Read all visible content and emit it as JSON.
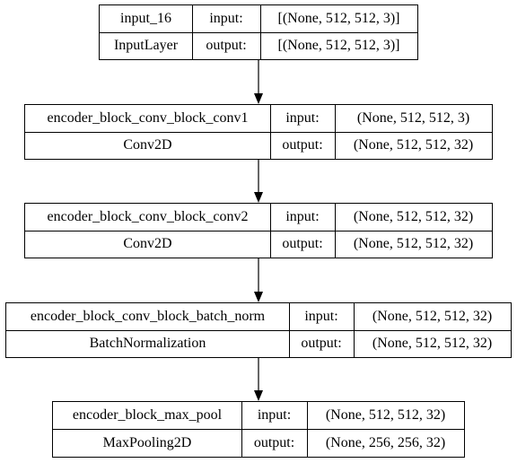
{
  "nodes": [
    {
      "name": "input_16",
      "type": "InputLayer",
      "input_label": "input:",
      "output_label": "output:",
      "input_shape": "[(None, 512, 512, 3)]",
      "output_shape": "[(None, 512, 512, 3)]"
    },
    {
      "name": "encoder_block_conv_block_conv1",
      "type": "Conv2D",
      "input_label": "input:",
      "output_label": "output:",
      "input_shape": "(None, 512, 512, 3)",
      "output_shape": "(None, 512, 512, 32)"
    },
    {
      "name": "encoder_block_conv_block_conv2",
      "type": "Conv2D",
      "input_label": "input:",
      "output_label": "output:",
      "input_shape": "(None, 512, 512, 32)",
      "output_shape": "(None, 512, 512, 32)"
    },
    {
      "name": "encoder_block_conv_block_batch_norm",
      "type": "BatchNormalization",
      "input_label": "input:",
      "output_label": "output:",
      "input_shape": "(None, 512, 512, 32)",
      "output_shape": "(None, 512, 512, 32)"
    },
    {
      "name": "encoder_block_max_pool",
      "type": "MaxPooling2D",
      "input_label": "input:",
      "output_label": "output:",
      "input_shape": "(None, 512, 512, 32)",
      "output_shape": "(None, 256, 256, 32)"
    }
  ]
}
